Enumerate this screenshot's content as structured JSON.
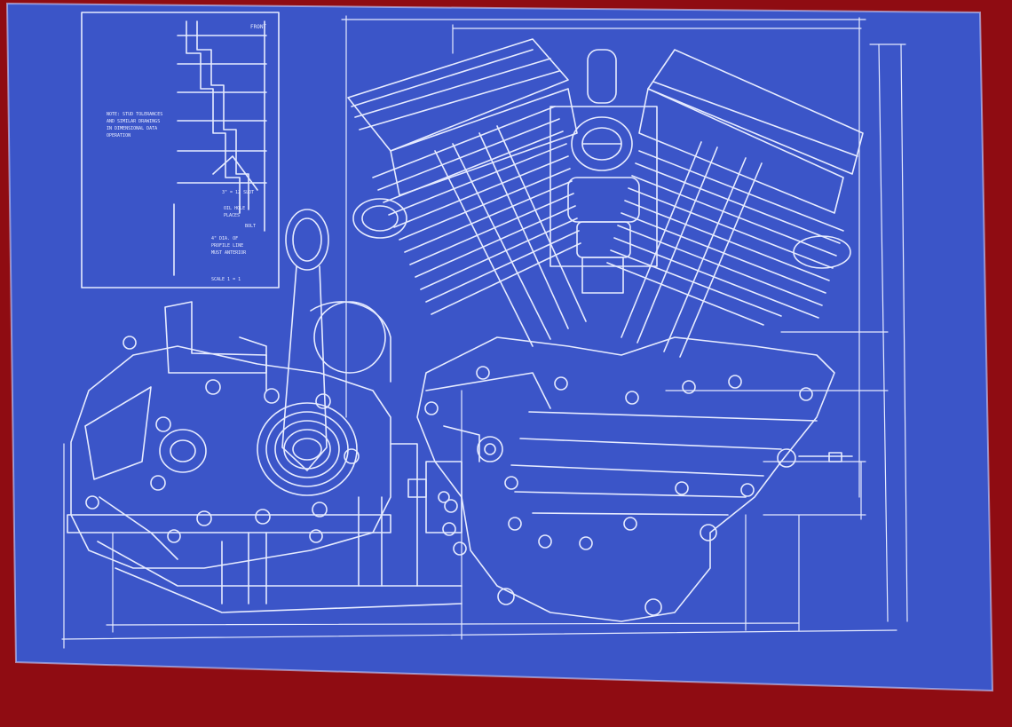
{
  "colors": {
    "backdrop": "#8f0c12",
    "paper": "#3b55c8",
    "paper_shadow": "#2f46ad",
    "line": "#e6ebff"
  },
  "notes": {
    "top_right_tag": "FRONT",
    "block_text_1": "NOTE: STUD TOLERANCES",
    "block_text_2": "AND SIMILAR DRAWINGS",
    "block_text_3": "IN DIMENSIONAL DATA",
    "block_text_4": "OPERATION",
    "callout_1": "3\" = 12 SLOT",
    "callout_2": "OIL HOLE",
    "callout_3": "PLACES",
    "callout_4": "BOLT",
    "callout_5": "4\" DIA. OF",
    "callout_6": "PROFILE LINE",
    "callout_7": "MUST ANTERIOR",
    "scale": "SCALE 1 = 1"
  }
}
